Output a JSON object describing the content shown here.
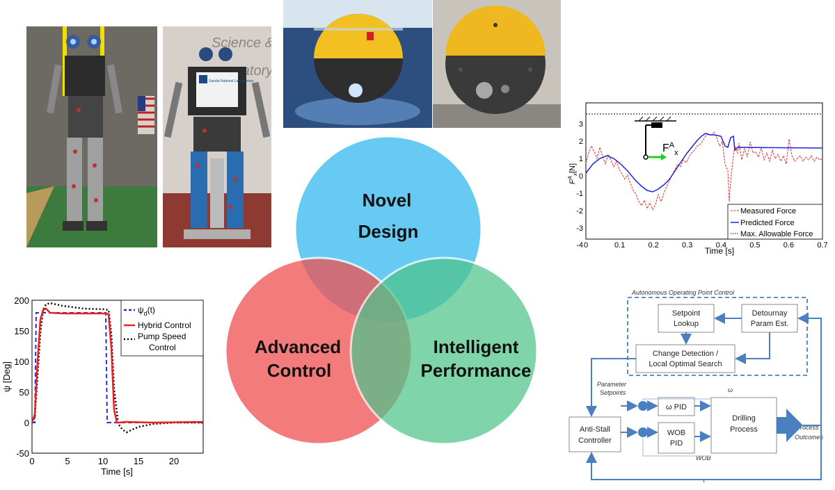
{
  "venn": {
    "top": {
      "line1": "Novel",
      "line2": "Design",
      "color": "#5ec8f2"
    },
    "left": {
      "line1": "Advanced",
      "line2": "Control",
      "color": "#f05050"
    },
    "right": {
      "line1": "Intelligent",
      "line2": "Performance",
      "color": "#4ec48a"
    }
  },
  "force_plot": {
    "ylabel": "F",
    "ylabel_sup": "A",
    "ylabel_sub": "x",
    "ylabel_unit": "[N]",
    "xlabel": "Time [s]",
    "inset_label": "F",
    "inset_sup": "A",
    "inset_sub": "x",
    "legend": [
      "Measured Force",
      "Predicted Force",
      "Max. Allowable Force"
    ],
    "xticks": [
      "0",
      "0.1",
      "0.2",
      "0.3",
      "0.4",
      "0.5",
      "0.6",
      "0.7"
    ],
    "yticks": [
      "3",
      "2",
      "1",
      "0",
      "-1",
      "-2",
      "-3",
      "-4"
    ]
  },
  "heading_plot": {
    "ylabel": "ψ [Deg]",
    "xlabel": "Time [s]",
    "legend": [
      "ψd(t)",
      "Hybrid Control",
      "Pump Speed",
      "Control"
    ],
    "legend_sub": "d",
    "legend_psi": "ψ",
    "legend_t": "(t)",
    "xticks": [
      "0",
      "5",
      "10",
      "15",
      "20"
    ],
    "yticks": [
      "200",
      "150",
      "100",
      "50",
      "0",
      "-50"
    ]
  },
  "block_diagram": {
    "title": "Autonomous Operating Point Control",
    "setpoint_lookup_1": "Setpoint",
    "setpoint_lookup_2": "Lookup",
    "detournay_1": "Detournay",
    "detournay_2": "Param Est.",
    "change_1": "Change Detection /",
    "change_2": "Local Optimal Search",
    "param_1": "Parameter",
    "param_2": "Setpoints",
    "omega": "ω",
    "omega_pid": "ω PID",
    "wob_pid_1": "WOB",
    "wob_pid_2": "PID",
    "drilling_1": "Drilling",
    "drilling_2": "Process",
    "anti_1": "Anti-Stall",
    "anti_2": "Controller",
    "wob": "WOB",
    "tau": "τ",
    "outcomes_1": "Process",
    "outcomes_2": "Outcomes"
  },
  "robot_photo_2": {
    "sign": "Sandia National Laboratories",
    "wall_1": "Science &",
    "wall_2": "oratory"
  },
  "colors": {
    "diagram_blue": "#4a7fc0",
    "measured": "#e03030",
    "predicted": "#2020e0",
    "hybrid": "#ee2020",
    "desired": "#2030e0"
  }
}
